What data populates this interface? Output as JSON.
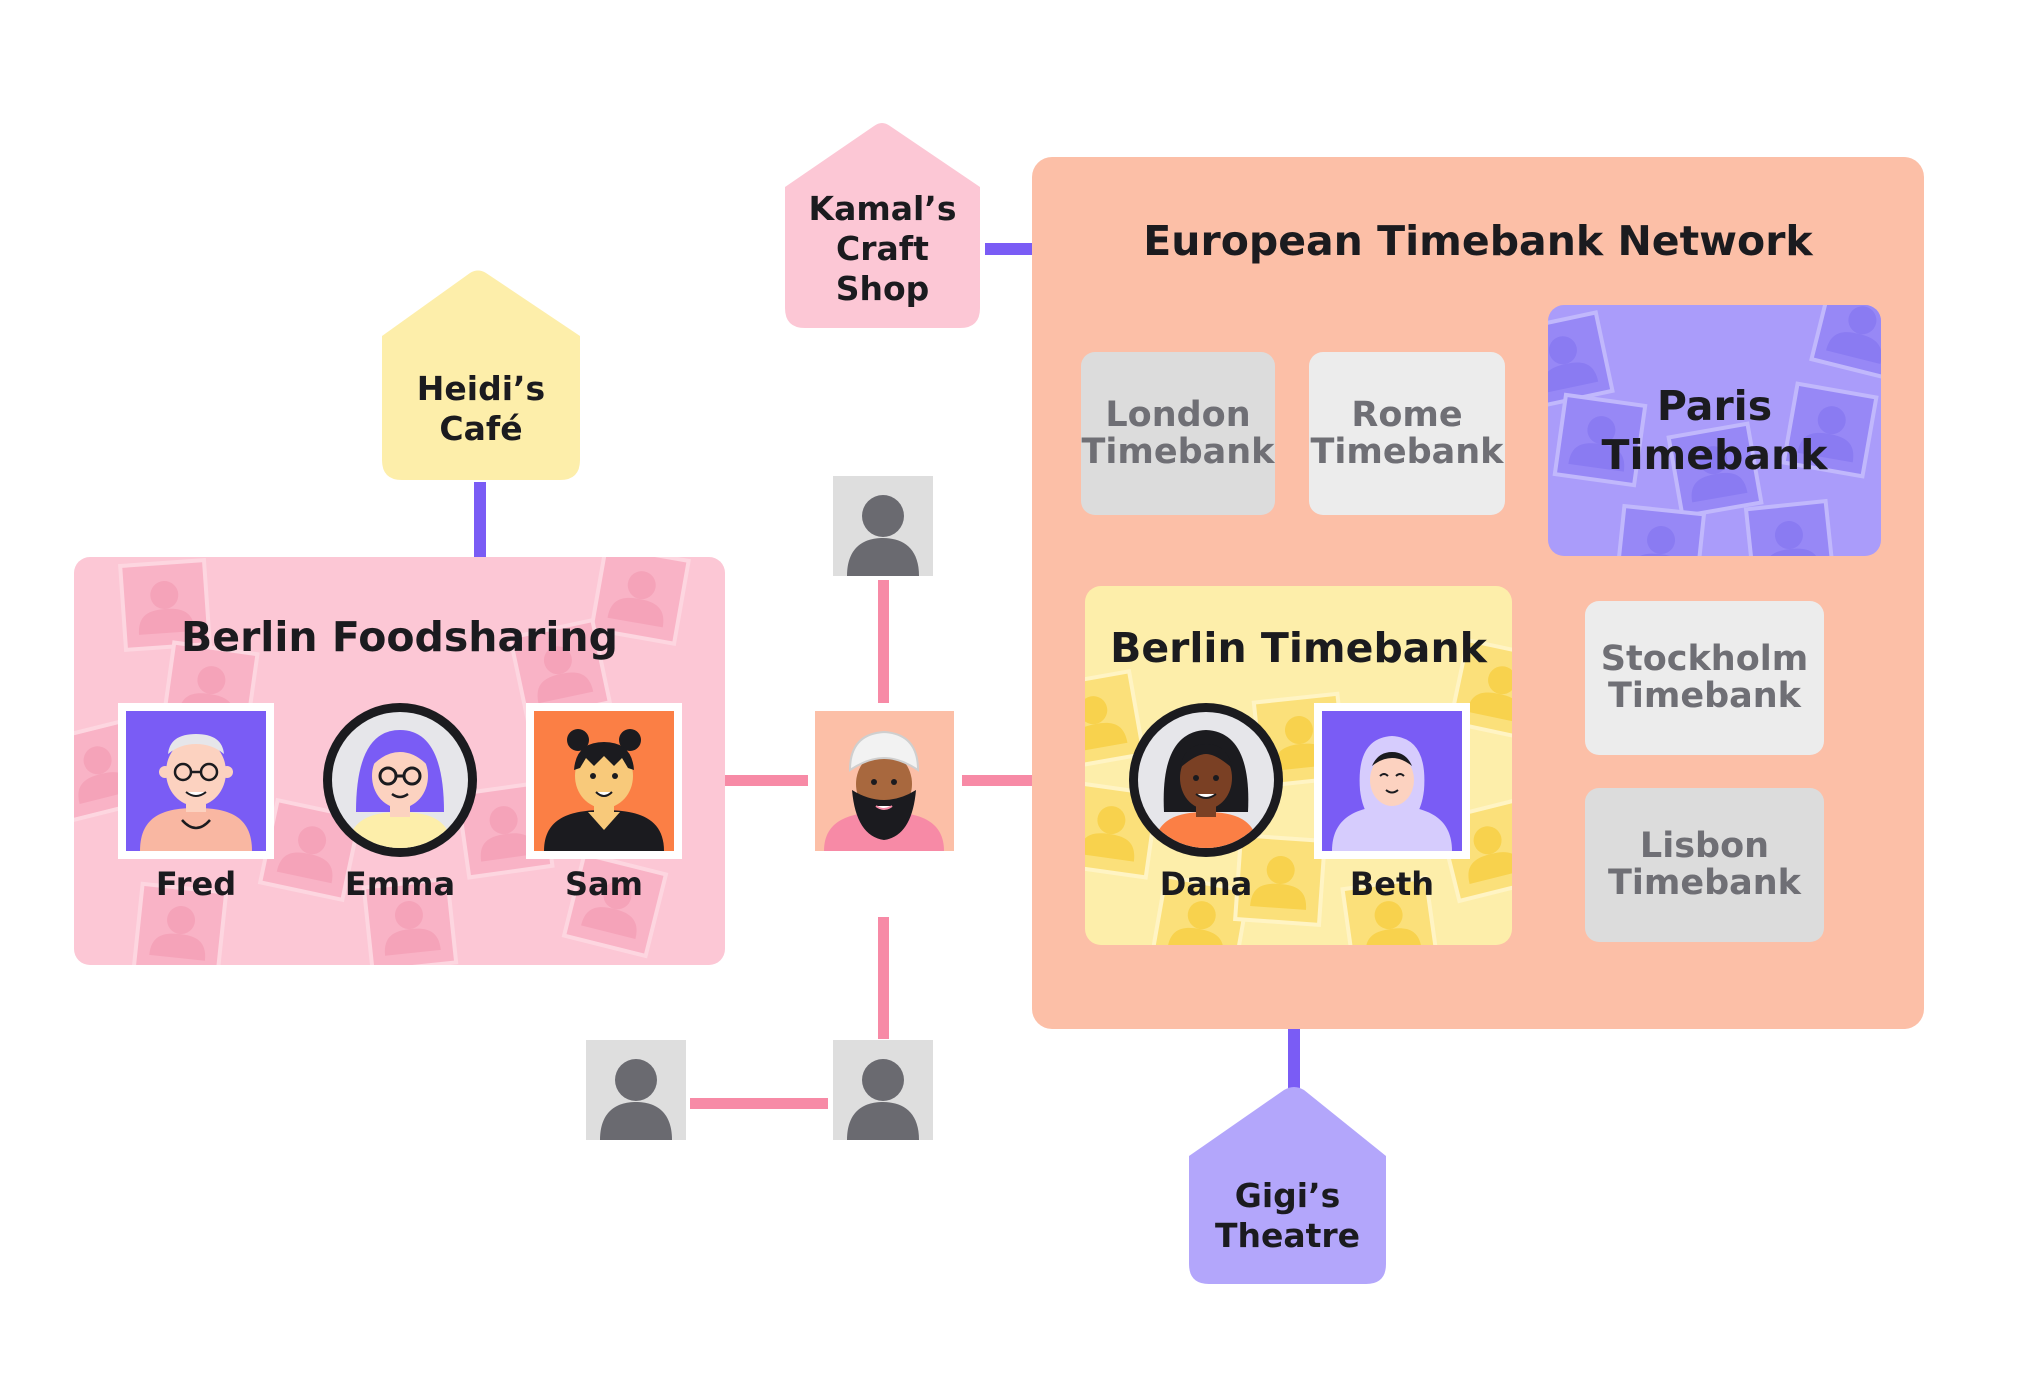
{
  "colors": {
    "purple_line": "#7a5cf5",
    "pink_line": "#f78aa6",
    "shop_pink": "#fcc7d5",
    "shop_yellow": "#fdeeaa",
    "shop_purple": "#b3a6fb",
    "network_bg": "#fcbfa7",
    "foodsharing_bg": "#fcc7d5",
    "berlin_timebank_bg": "#fdeeaa",
    "paris_bg": "#aa9cfa",
    "grey_dark_box": "#dcdcdc",
    "grey_light_box": "#ececec",
    "silhouette_bg": "#dedede",
    "silhouette_fg": "#6a6a70"
  },
  "shops": {
    "heidi": "Heidi’s\nCafé",
    "kamal": "Kamal’s\nCraft\nShop",
    "gigi": "Gigi’s\nTheatre"
  },
  "network": {
    "title": "European Timebank Network",
    "london": "London\nTimebank",
    "rome": "Rome\nTimebank",
    "paris": "Paris\nTimebank",
    "stockholm": "Stockholm\nTimebank",
    "lisbon": "Lisbon\nTimebank"
  },
  "foodsharing": {
    "title": "Berlin Foodsharing",
    "members": [
      "Fred",
      "Emma",
      "Sam"
    ]
  },
  "berlin_timebank": {
    "title": "Berlin Timebank",
    "members": [
      "Dana",
      "Beth"
    ]
  },
  "icons": {
    "avatar_fred": "avatar-elderly-man-icon",
    "avatar_emma": "avatar-woman-glasses-icon",
    "avatar_sam": "avatar-girl-buns-icon",
    "avatar_center": "avatar-turban-man-icon",
    "avatar_dana": "avatar-woman-icon",
    "avatar_beth": "avatar-hijab-woman-icon",
    "silhouette": "person-silhouette-icon"
  }
}
